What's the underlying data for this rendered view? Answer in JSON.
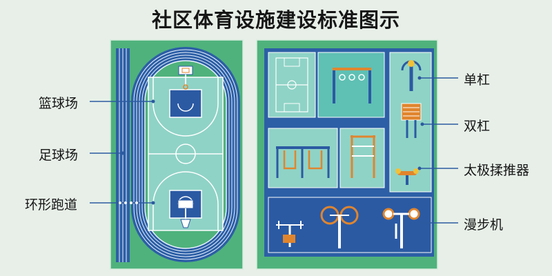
{
  "title": "社区体育设施建设标准图示",
  "left_labels": {
    "basketball": "篮球场",
    "football": "足球场",
    "track": "环形跑道"
  },
  "right_labels": {
    "single_bar": "单杠",
    "parallel_bars": "双杠",
    "tai_chi_pusher": "太极揉推器",
    "walker": "漫步机"
  },
  "colors": {
    "background": "#e7efe8",
    "field_green": "#4fb27c",
    "track_blue": "#2c5fa6",
    "court_cyan": "#8fd3c6",
    "key_blue": "#2b5aa3",
    "callout_line": "#2c5aa0",
    "equipment_orange": "#e0852e"
  }
}
